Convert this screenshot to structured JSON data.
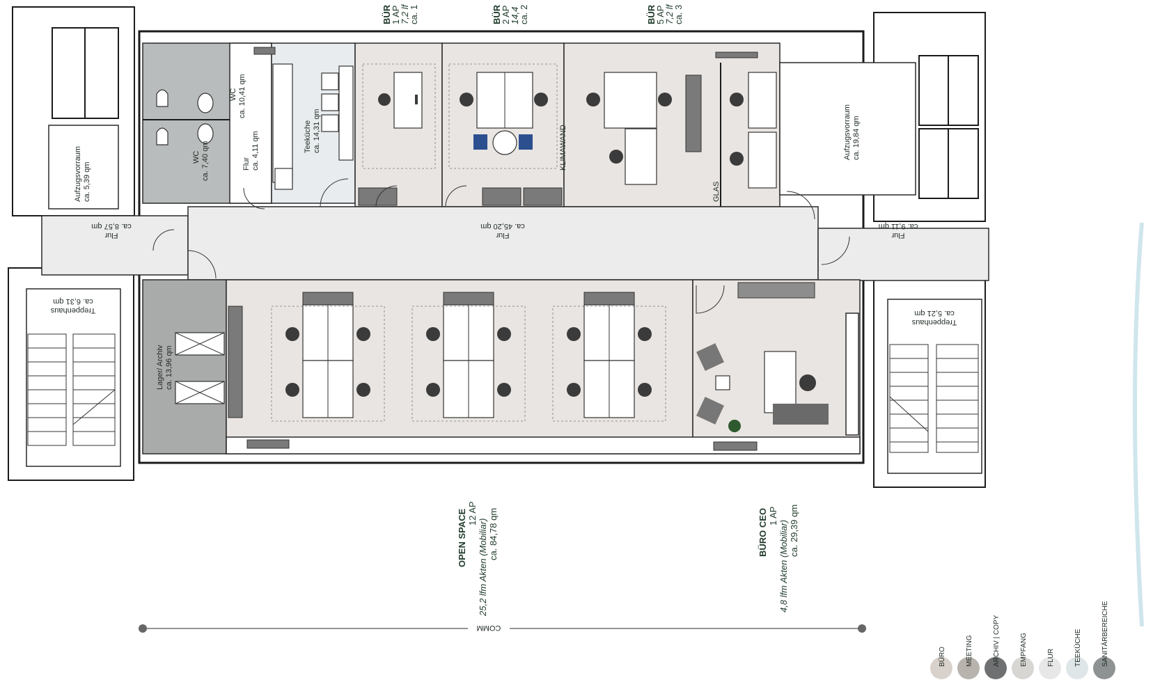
{
  "rooms_top": [
    {
      "name": "BÜR",
      "line2": "1 AP",
      "line3": "7,2 lf",
      "line4": "ca. 1"
    },
    {
      "name": "BÜR",
      "line2": "2 AP",
      "line3": "14,4",
      "line4": "ca. 2"
    },
    {
      "name": "BÜR",
      "line2": "5 AP",
      "line3": "7,2 lf",
      "line4": "ca. 3"
    }
  ],
  "room_labels": {
    "wc1": {
      "name": "WC",
      "area": "ca. 10,41 qm"
    },
    "wc2": {
      "name": "WC",
      "area": "ca. 7,40 qm"
    },
    "flur_small": {
      "name": "Flur",
      "area": "ca. 4,11 qm"
    },
    "teekueche": {
      "name": "Teeküche",
      "area": "ca. 14,31 qm"
    },
    "aufzug_left": {
      "name": "Aufzugsvorraum",
      "area": "ca. 5,39 qm"
    },
    "aufzug_right": {
      "name": "Aufzugsvorraum",
      "area": "ca. 19,84 qm"
    },
    "flur_left": {
      "name": "Flur",
      "area": "ca. 8,57 qm"
    },
    "flur_main": {
      "name": "Flur",
      "area": "ca. 45,20 qm"
    },
    "flur_right": {
      "name": "Flur",
      "area": "ca. 9,11 qm"
    },
    "treppe_left": {
      "name": "Treppenhaus",
      "area": "ca. 6,31 qm"
    },
    "treppe_right": {
      "name": "Treppenhaus",
      "area": "ca. 5,21 qm"
    },
    "lager": {
      "name": "Lager/ Archiv",
      "area": "ca. 13,96 qm"
    },
    "klimawand": "KLIMAWAND",
    "glas": "GLAS"
  },
  "bottom_labels": {
    "open_space": {
      "name": "OPEN SPACE",
      "ap": "12 AP",
      "akten": "25,2 lfm Akten (Mobiliar)",
      "area": "ca. 84,78 qm"
    },
    "buero_ceo": {
      "name": "BÜRO CEO",
      "ap": "1 AP",
      "akten": "4,8 lfm Akten (Mobiliar)",
      "area": "ca. 29,39 qm"
    }
  },
  "scale_label": "COMM",
  "legend": [
    {
      "label": "BÜRO",
      "color": "#d9d2cc"
    },
    {
      "label": "MEETING",
      "color": "#b9b3ae"
    },
    {
      "label": "ARCHIV | COPY",
      "color": "#6f7071"
    },
    {
      "label": "EMPFANG",
      "color": "#d8d6d3"
    },
    {
      "label": "FLUR",
      "color": "#e7e7e7"
    },
    {
      "label": "TEEKÜCHE",
      "color": "#dfe6e8"
    },
    {
      "label": "SANITÄRBEREICHE",
      "color": "#8f9293"
    }
  ]
}
